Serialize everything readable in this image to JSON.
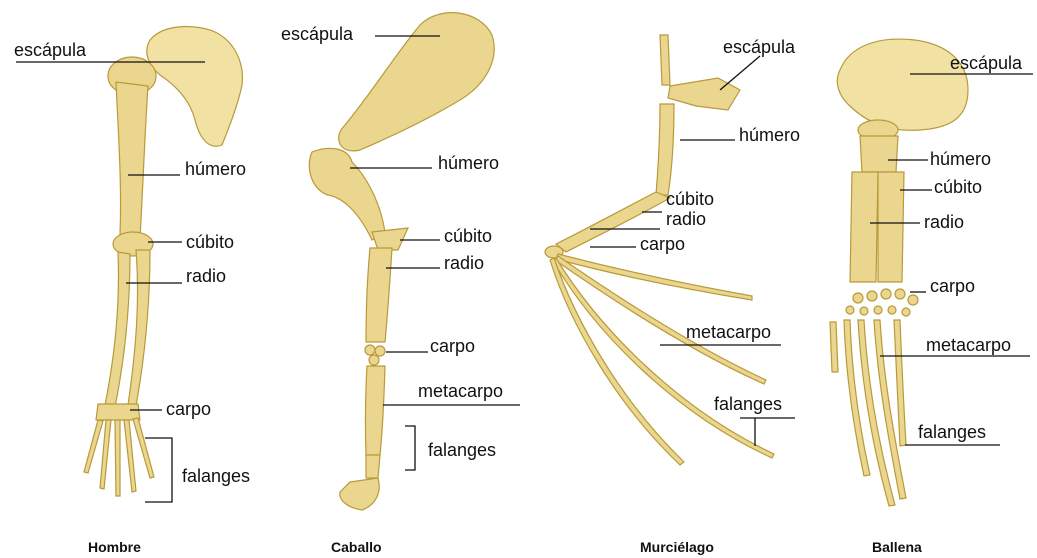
{
  "panels": {
    "human": {
      "caption": "Hombre",
      "labels": {
        "scapula": "escápula",
        "humerus": "húmero",
        "ulna": "cúbito",
        "radius": "radio",
        "carpus": "carpo",
        "phalanges": "falanges"
      }
    },
    "horse": {
      "caption": "Caballo",
      "labels": {
        "scapula": "escápula",
        "humerus": "húmero",
        "ulna": "cúbito",
        "radius": "radio",
        "carpus": "carpo",
        "metacarpus": "metacarpo",
        "phalanges": "falanges"
      }
    },
    "bat": {
      "caption": "Murciélago",
      "labels": {
        "scapula": "escápula",
        "humerus": "húmero",
        "ulna": "cúbito",
        "radius": "radio",
        "carpus": "carpo",
        "metacarpus": "metacarpo",
        "phalanges": "falanges"
      }
    },
    "whale": {
      "caption": "Ballena",
      "labels": {
        "scapula": "escápula",
        "humerus": "húmero",
        "ulna": "cúbito",
        "radius": "radio",
        "carpus": "carpo",
        "metacarpus": "metacarpo",
        "phalanges": "falanges"
      }
    }
  },
  "colors": {
    "bone": "#ead68e",
    "bone_outline": "#b89a3a",
    "text": "#111111"
  }
}
